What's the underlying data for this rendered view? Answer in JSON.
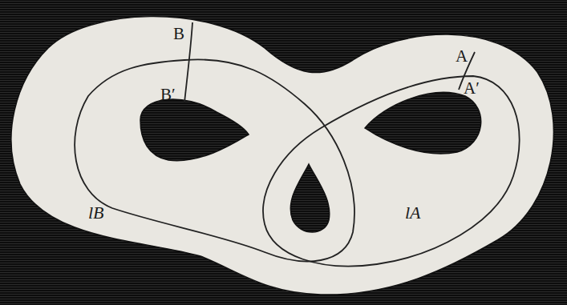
{
  "diagram": {
    "labels": [
      "B",
      "B′",
      "A",
      "A′",
      "lB",
      "lA"
    ]
  }
}
